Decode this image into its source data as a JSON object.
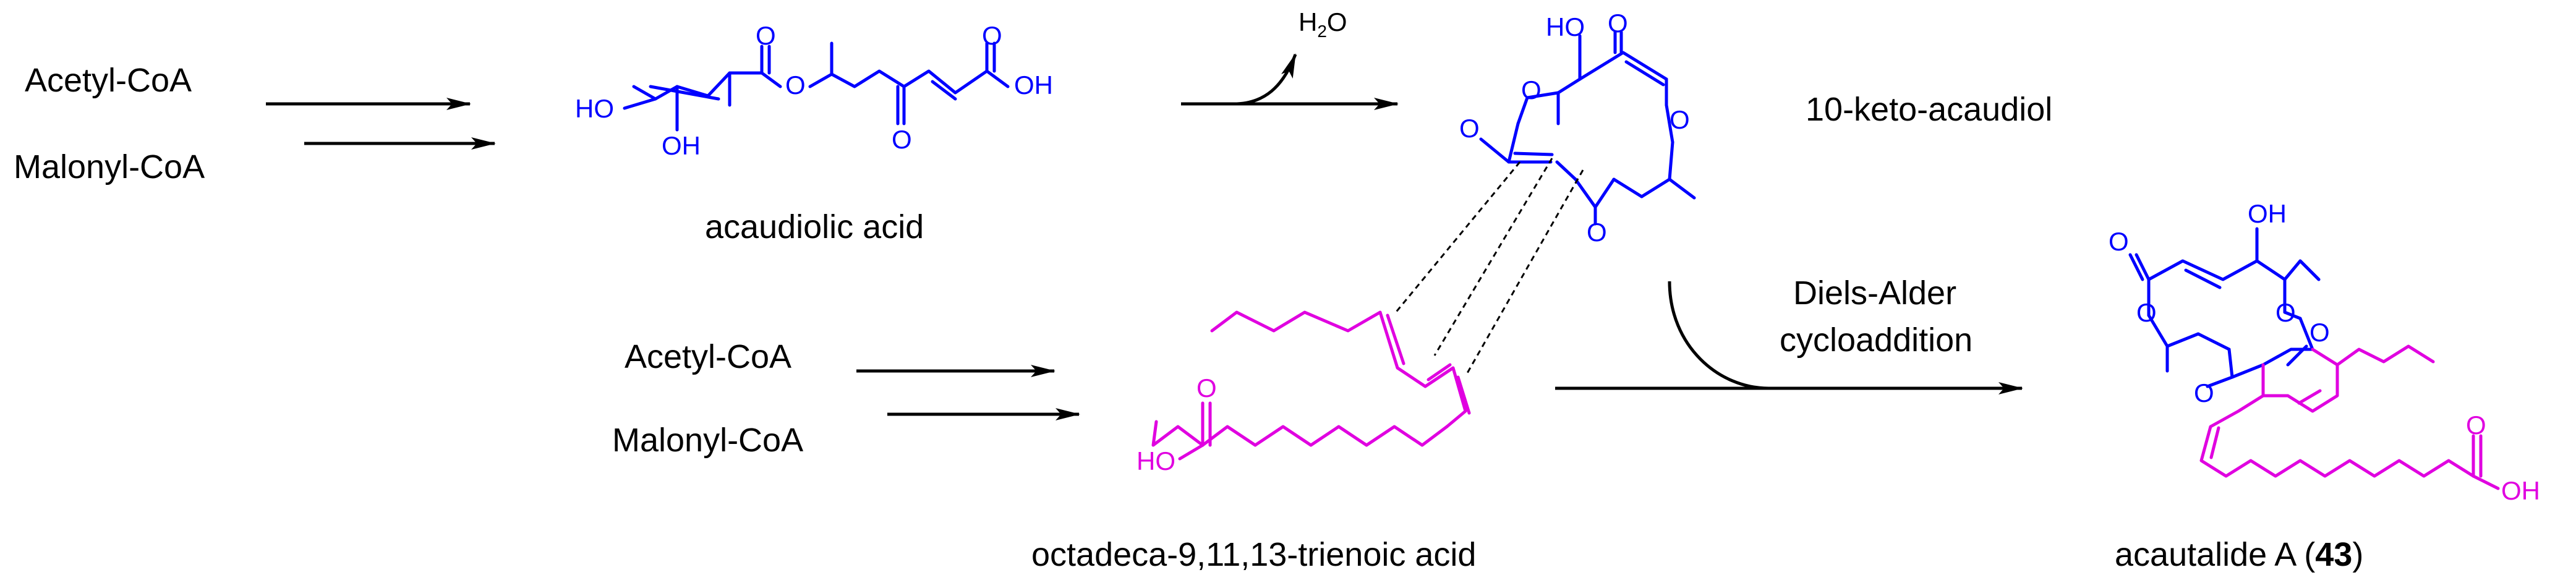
{
  "colors": {
    "text": "#000000",
    "polyketide": "#0000ff",
    "fatty_acid": "#e000e0",
    "arrow": "#000000"
  },
  "pathway1": {
    "start_top": "Acetyl-CoA",
    "start_bottom": "Malonyl-CoA"
  },
  "pathway2": {
    "start_top": "Acetyl-CoA",
    "start_bottom": "Malonyl-CoA"
  },
  "compounds": {
    "acaudiolic_acid": "acaudiolic acid",
    "keto_acaudiol": "10-keto-acaudiol",
    "trienoic_acid": "octadeca-9,11,13-trienoic acid",
    "acautalide_name": "acautalide A (",
    "acautalide_number": "43",
    "acautalide_close": ")"
  },
  "reaction": {
    "water_main": "H",
    "water_sub": "2",
    "water_end": "O",
    "da_line1": "Diels-Alder",
    "da_line2": "cycloaddition"
  },
  "atoms": {
    "ho": "HO",
    "oh": "OH",
    "o": "O"
  }
}
